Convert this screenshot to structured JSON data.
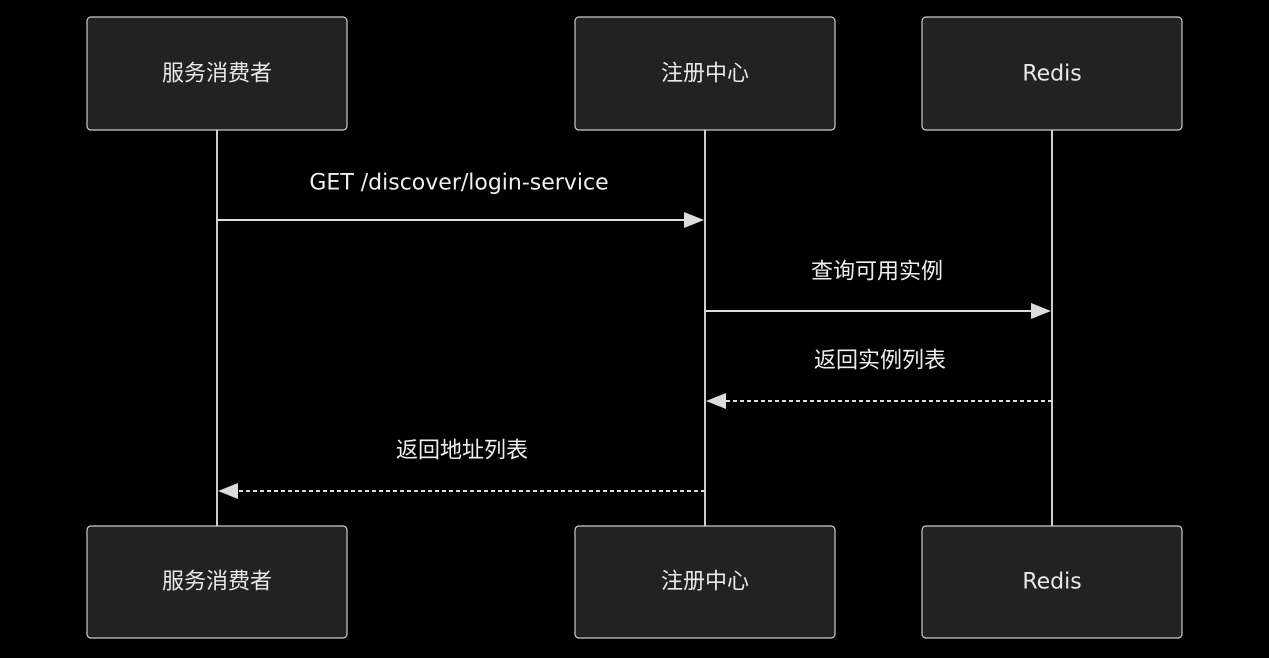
{
  "participants": [
    {
      "id": "consumer",
      "label": "服务消费者"
    },
    {
      "id": "registry",
      "label": "注册中心"
    },
    {
      "id": "redis",
      "label": "Redis"
    }
  ],
  "messages": [
    {
      "from": "consumer",
      "to": "registry",
      "label": "GET /discover/login-service",
      "style": "solid"
    },
    {
      "from": "registry",
      "to": "redis",
      "label": "查询可用实例",
      "style": "solid"
    },
    {
      "from": "redis",
      "to": "registry",
      "label": "返回实例列表",
      "style": "dashed"
    },
    {
      "from": "registry",
      "to": "consumer",
      "label": "返回地址列表",
      "style": "dashed"
    }
  ],
  "colors": {
    "background": "#000000",
    "box_fill": "#222222",
    "box_stroke": "#cccccc",
    "line": "#dddddd",
    "text": "#eeeeee"
  }
}
